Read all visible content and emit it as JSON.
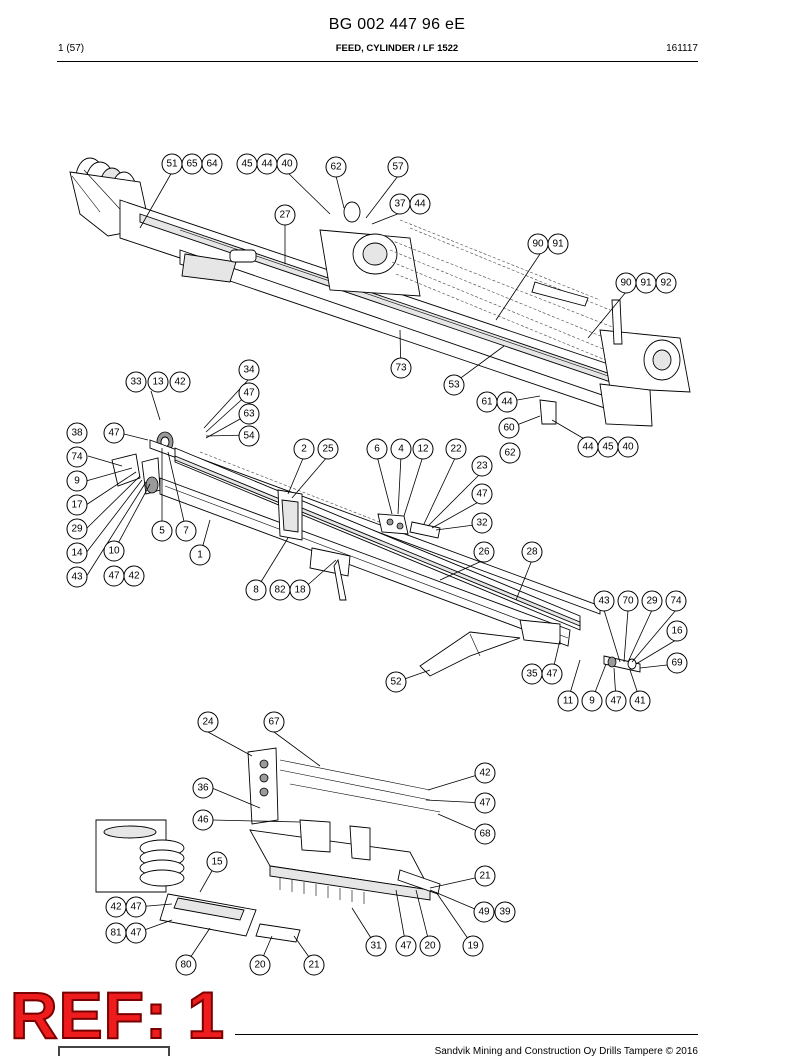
{
  "header": {
    "doc_number": "BG 002 447 96 eE",
    "page_count": "1 (57)",
    "title": "FEED, CYLINDER / LF 1522",
    "date": "161117"
  },
  "footer": {
    "copyright": "Sandvik Mining and Construction Oy Drills Tampere © 2016",
    "ref_stamp": "REF: 1"
  },
  "callouts": [
    {
      "id": "c1",
      "label": "51"
    },
    {
      "id": "c2",
      "label": "65"
    },
    {
      "id": "c3",
      "label": "64"
    },
    {
      "id": "c4",
      "label": "45"
    },
    {
      "id": "c5",
      "label": "44"
    },
    {
      "id": "c6",
      "label": "40"
    },
    {
      "id": "c7",
      "label": "62"
    },
    {
      "id": "c8",
      "label": "57"
    },
    {
      "id": "c9",
      "label": "37"
    },
    {
      "id": "c10",
      "label": "44"
    },
    {
      "id": "c11",
      "label": "27"
    },
    {
      "id": "c12",
      "label": "90"
    },
    {
      "id": "c13",
      "label": "91"
    },
    {
      "id": "c14",
      "label": "90"
    },
    {
      "id": "c15",
      "label": "91"
    },
    {
      "id": "c16",
      "label": "92"
    },
    {
      "id": "c17",
      "label": "73"
    },
    {
      "id": "c18",
      "label": "53"
    },
    {
      "id": "c19",
      "label": "61"
    },
    {
      "id": "c20",
      "label": "44"
    },
    {
      "id": "c21",
      "label": "60"
    },
    {
      "id": "c22",
      "label": "62"
    },
    {
      "id": "c23",
      "label": "44"
    },
    {
      "id": "c24",
      "label": "45"
    },
    {
      "id": "c25",
      "label": "40"
    },
    {
      "id": "c26",
      "label": "34"
    },
    {
      "id": "c27",
      "label": "33"
    },
    {
      "id": "c28",
      "label": "13"
    },
    {
      "id": "c29",
      "label": "42"
    },
    {
      "id": "c30",
      "label": "47"
    },
    {
      "id": "c31",
      "label": "63"
    },
    {
      "id": "c32",
      "label": "38"
    },
    {
      "id": "c33",
      "label": "47"
    },
    {
      "id": "c34",
      "label": "54"
    },
    {
      "id": "c35",
      "label": "74"
    },
    {
      "id": "c36",
      "label": "9"
    },
    {
      "id": "c37",
      "label": "17"
    },
    {
      "id": "c38",
      "label": "29"
    },
    {
      "id": "c39",
      "label": "14"
    },
    {
      "id": "c40",
      "label": "10"
    },
    {
      "id": "c41",
      "label": "43"
    },
    {
      "id": "c42",
      "label": "47"
    },
    {
      "id": "c43",
      "label": "42"
    },
    {
      "id": "c44",
      "label": "5"
    },
    {
      "id": "c45",
      "label": "7"
    },
    {
      "id": "c46",
      "label": "1"
    },
    {
      "id": "c47",
      "label": "2"
    },
    {
      "id": "c48",
      "label": "25"
    },
    {
      "id": "c49",
      "label": "6"
    },
    {
      "id": "c50",
      "label": "4"
    },
    {
      "id": "c51",
      "label": "12"
    },
    {
      "id": "c52",
      "label": "22"
    },
    {
      "id": "c53",
      "label": "23"
    },
    {
      "id": "c54",
      "label": "47"
    },
    {
      "id": "c55",
      "label": "32"
    },
    {
      "id": "c56",
      "label": "26"
    },
    {
      "id": "c57",
      "label": "28"
    },
    {
      "id": "c58",
      "label": "8"
    },
    {
      "id": "c59",
      "label": "82"
    },
    {
      "id": "c60",
      "label": "18"
    },
    {
      "id": "c61",
      "label": "43"
    },
    {
      "id": "c62",
      "label": "70"
    },
    {
      "id": "c63",
      "label": "29"
    },
    {
      "id": "c64",
      "label": "74"
    },
    {
      "id": "c65",
      "label": "16"
    },
    {
      "id": "c66",
      "label": "69"
    },
    {
      "id": "c67",
      "label": "35"
    },
    {
      "id": "c68",
      "label": "47"
    },
    {
      "id": "c69",
      "label": "52"
    },
    {
      "id": "c70",
      "label": "11"
    },
    {
      "id": "c71",
      "label": "9"
    },
    {
      "id": "c72",
      "label": "47"
    },
    {
      "id": "c73",
      "label": "41"
    },
    {
      "id": "c74",
      "label": "24"
    },
    {
      "id": "c75",
      "label": "67"
    },
    {
      "id": "c76",
      "label": "42"
    },
    {
      "id": "c77",
      "label": "36"
    },
    {
      "id": "c78",
      "label": "47"
    },
    {
      "id": "c79",
      "label": "46"
    },
    {
      "id": "c80",
      "label": "68"
    },
    {
      "id": "c81",
      "label": "15"
    },
    {
      "id": "c82",
      "label": "21"
    },
    {
      "id": "c83",
      "label": "42"
    },
    {
      "id": "c84",
      "label": "47"
    },
    {
      "id": "c85",
      "label": "49"
    },
    {
      "id": "c86",
      "label": "39"
    },
    {
      "id": "c87",
      "label": "81"
    },
    {
      "id": "c88",
      "label": "47"
    },
    {
      "id": "c89",
      "label": "31"
    },
    {
      "id": "c90",
      "label": "47"
    },
    {
      "id": "c91",
      "label": "20"
    },
    {
      "id": "c92",
      "label": "19"
    },
    {
      "id": "c93",
      "label": "80"
    },
    {
      "id": "c94",
      "label": "20"
    },
    {
      "id": "c95",
      "label": "21"
    }
  ]
}
